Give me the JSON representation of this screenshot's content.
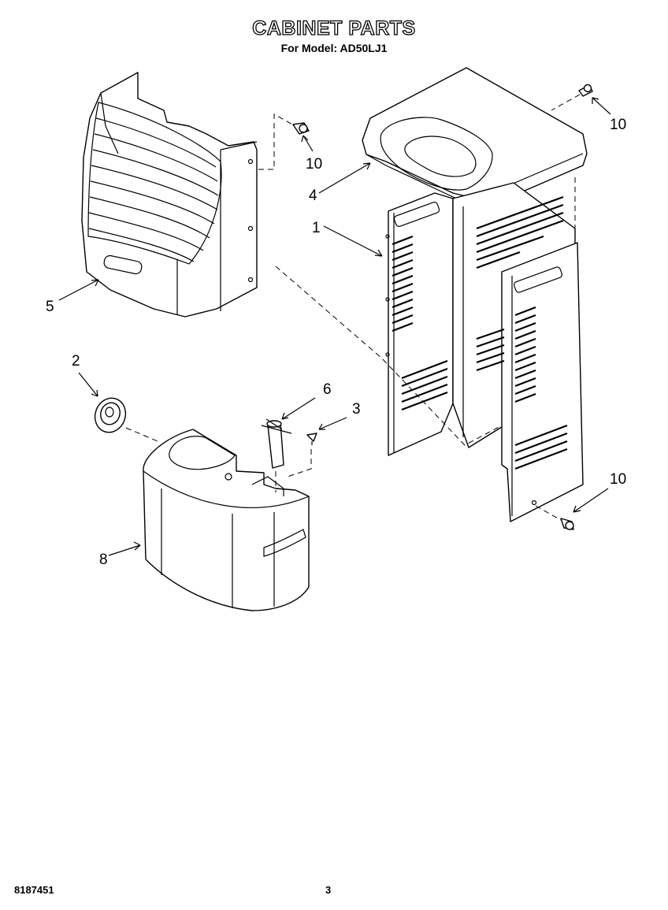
{
  "header": {
    "title": "CABINET PARTS",
    "subtitle": "For Model: AD50LJ1"
  },
  "callouts": {
    "c1": "1",
    "c2": "2",
    "c3": "3",
    "c4": "4",
    "c5": "5",
    "c6": "6",
    "c8": "8",
    "c10a": "10",
    "c10b": "10",
    "c10c": "10"
  },
  "footer": {
    "part_number": "8187451",
    "page_number": "3"
  }
}
